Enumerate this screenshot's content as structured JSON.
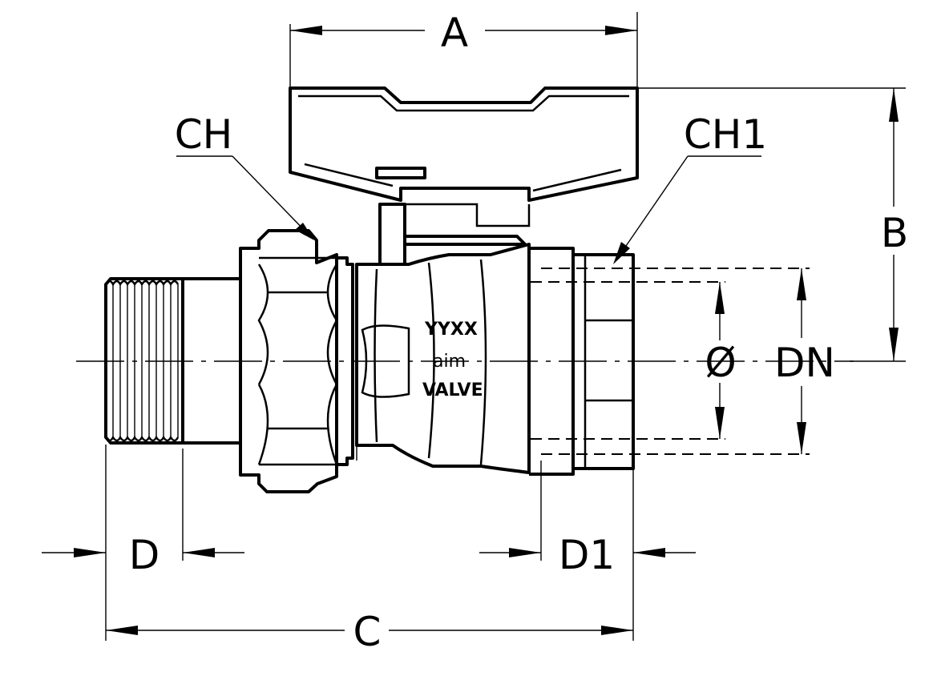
{
  "labels": {
    "a": "A",
    "b": "B",
    "c": "C",
    "d": "D",
    "d1": "D1",
    "ch": "CH",
    "ch1": "CH1",
    "dn": "DN",
    "diameter": "Ø"
  },
  "body_marking": {
    "line1": "YYXX",
    "line2": "aim",
    "line3": "VALVE"
  }
}
